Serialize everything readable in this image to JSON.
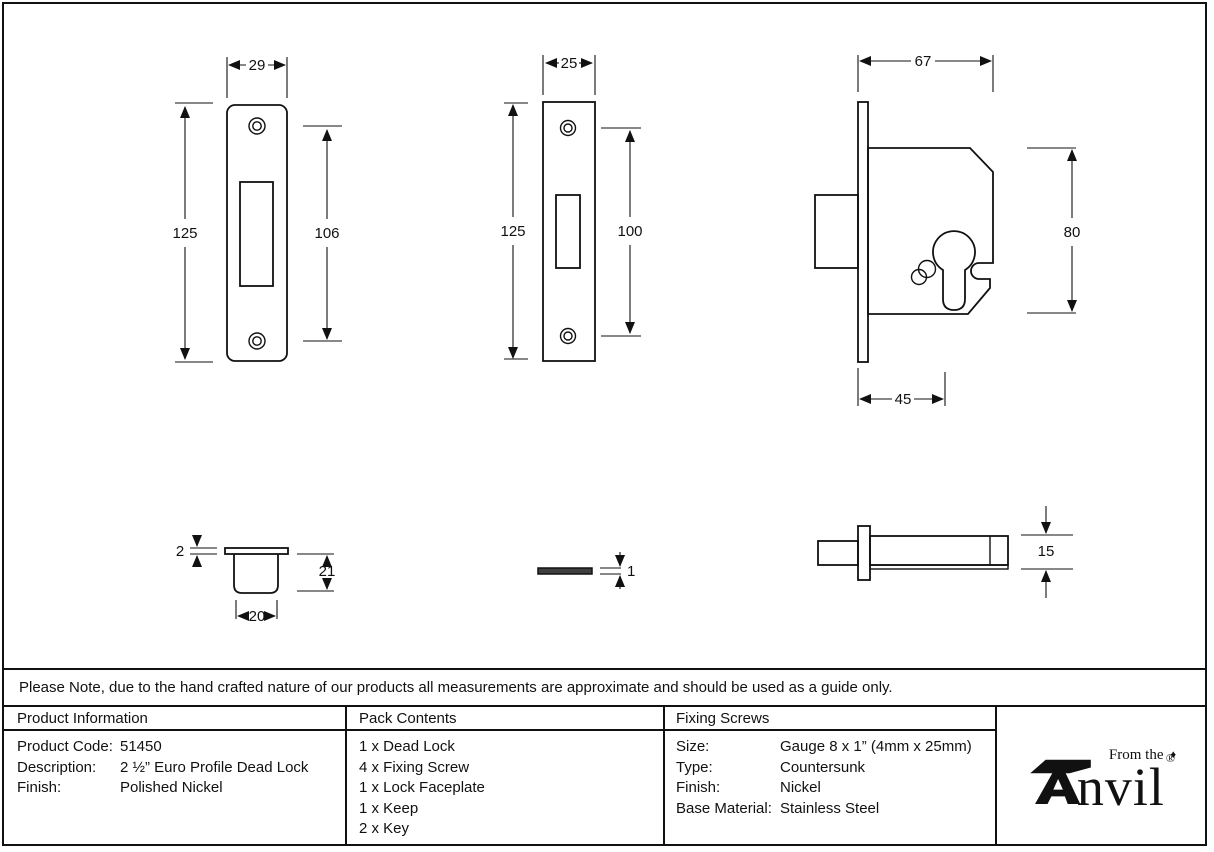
{
  "note": "Please Note, due to the hand crafted nature of our products all measurements are approximate and should be used as a guide only.",
  "drawings": {
    "faceplate_rounded": {
      "width": "29",
      "height": "125",
      "hole_spacing": "106"
    },
    "faceplate_square": {
      "width": "25",
      "height": "125",
      "hole_spacing": "100"
    },
    "lock_body": {
      "case_width": "67",
      "case_height": "80",
      "backset": "45"
    },
    "keep": {
      "flange_thickness": "2",
      "depth": "21",
      "width": "20"
    },
    "faceplate_edge": {
      "thickness": "1"
    },
    "bolt": {
      "height": "15"
    }
  },
  "table": {
    "product_information": {
      "header": "Product Information",
      "rows": [
        {
          "label": "Product Code:",
          "value": "51450"
        },
        {
          "label": "Description:",
          "value": "2 ½” Euro Profile Dead Lock"
        },
        {
          "label": "Finish:",
          "value": "Polished Nickel"
        }
      ]
    },
    "pack_contents": {
      "header": "Pack Contents",
      "items": [
        "1 x Dead Lock",
        "4 x Fixing Screw",
        "1 x Lock Faceplate",
        "1 x Keep",
        "2 x Key"
      ]
    },
    "fixing_screws": {
      "header": "Fixing Screws",
      "rows": [
        {
          "label": "Size:",
          "value": "Gauge 8 x 1” (4mm x 25mm)"
        },
        {
          "label": "Type:",
          "value": "Countersunk"
        },
        {
          "label": "Finish:",
          "value": "Nickel"
        },
        {
          "label": "Base Material:",
          "value": "Stainless Steel"
        }
      ]
    }
  },
  "logo": {
    "prefix": "From the",
    "diamond": "♦",
    "name_rest": "nvil",
    "registered": "®"
  },
  "colors": {
    "line": "#111111",
    "background": "#ffffff"
  }
}
